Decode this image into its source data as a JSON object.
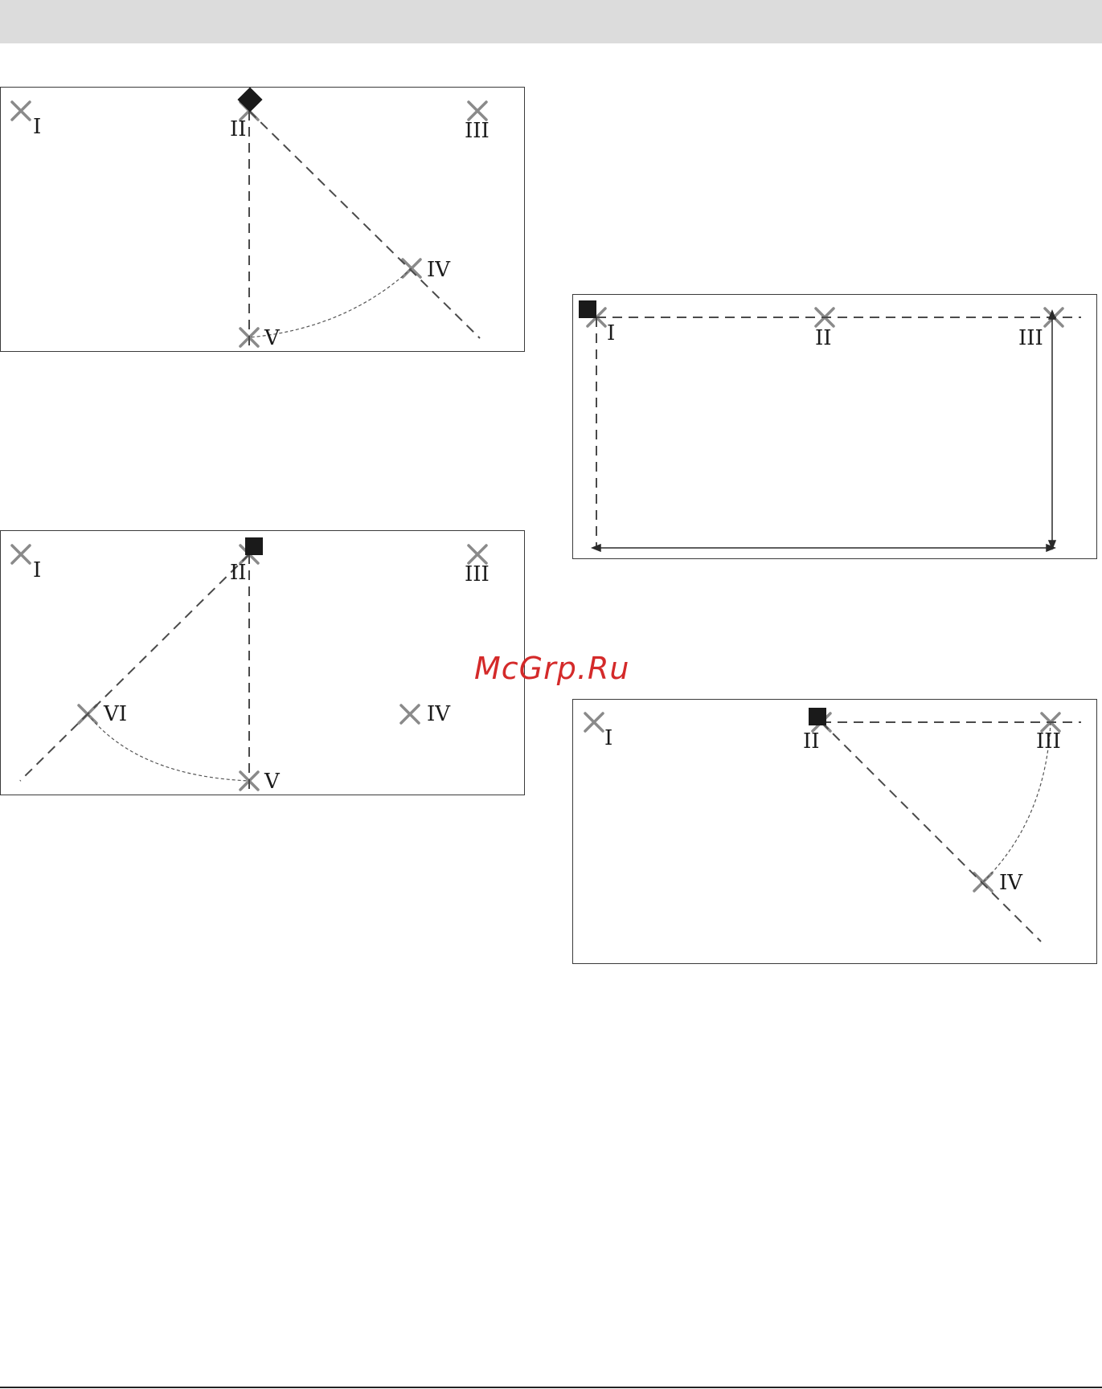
{
  "colors": {
    "header": "#dcdcdc",
    "cross": "#8a8a8a",
    "line": "#4a4a4a",
    "marker": "#1a1a1a",
    "watermark": "#d42a2a"
  },
  "diagrams": {
    "top_left": {
      "labels": {
        "i": "I",
        "ii": "II",
        "iii": "III",
        "iv": "IV",
        "v": "V"
      }
    },
    "middle_left": {
      "labels": {
        "i": "I",
        "ii": "II",
        "iii": "III",
        "iv": "IV",
        "v": "V",
        "vi": "VI"
      }
    },
    "top_right": {
      "labels": {
        "i": "I",
        "ii": "II",
        "iii": "III"
      }
    },
    "bottom_right": {
      "labels": {
        "i": "I",
        "ii": "II",
        "iii": "III",
        "iv": "IV"
      }
    }
  },
  "watermark": {
    "text": "McGrp.Ru"
  }
}
